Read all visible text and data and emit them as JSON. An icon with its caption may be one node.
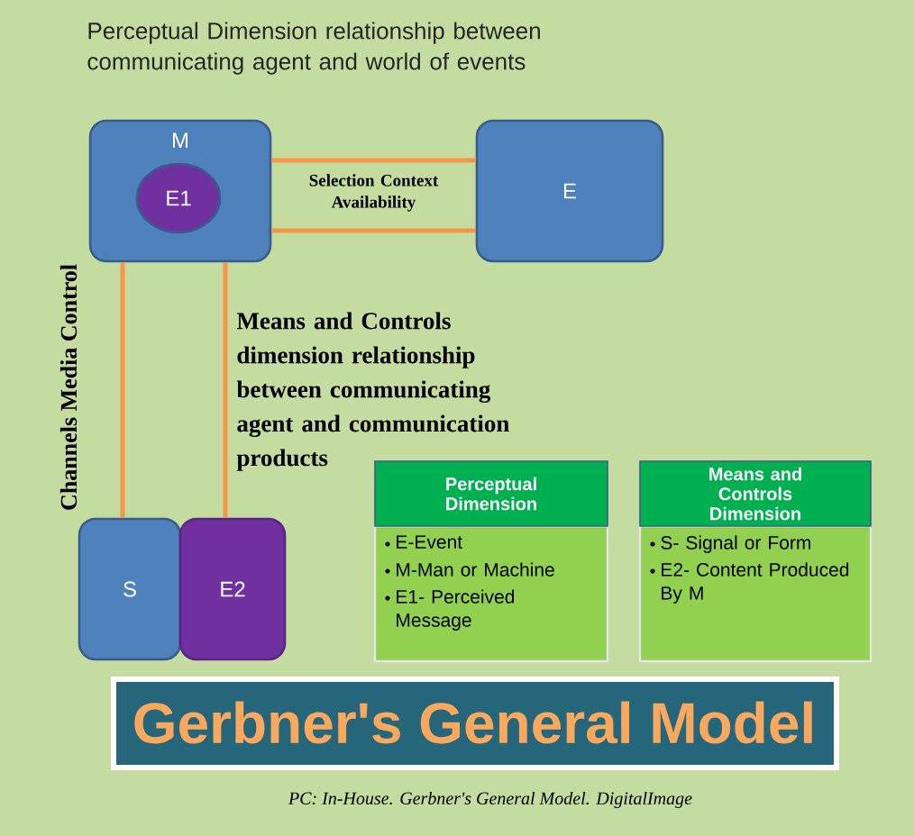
{
  "diagram": {
    "title": "Gerbner's General Model",
    "caption": "PC: In-House. Gerbner's General Model. DigitalImage",
    "nodes": [
      {
        "text": [
          "M"
        ]
      },
      {
        "text": [
          "E1"
        ],
        "in": 0
      },
      {
        "text": [
          "E"
        ]
      },
      {
        "text": [
          "S"
        ]
      },
      {
        "text": [
          "E2"
        ]
      },
      {
        "text": [
          "Perceptual Dimension",
          "E-Event",
          "M-Man or Machine",
          "E1- Perceived Message"
        ]
      },
      {
        "text": [
          "Means and Controls Dimension",
          "S- Signal or Form",
          "E2- Content Produced By M"
        ]
      }
    ],
    "edges": [
      {
        "from": 0,
        "to": 2,
        "arrow": "none",
        "label": "Selection Context Availability"
      },
      {
        "from": 0,
        "to": 2,
        "arrow": "none"
      },
      {
        "from": 0,
        "to": 3,
        "arrow": "none",
        "label": "Channels Media Control"
      },
      {
        "from": 0,
        "to": 4,
        "arrow": "none",
        "label": "Means and Controls dimension relationship between communicating agent and communication products"
      }
    ],
    "labels": [
      "Perceptual Dimension relationship between communicating agent and world of events"
    ]
  }
}
